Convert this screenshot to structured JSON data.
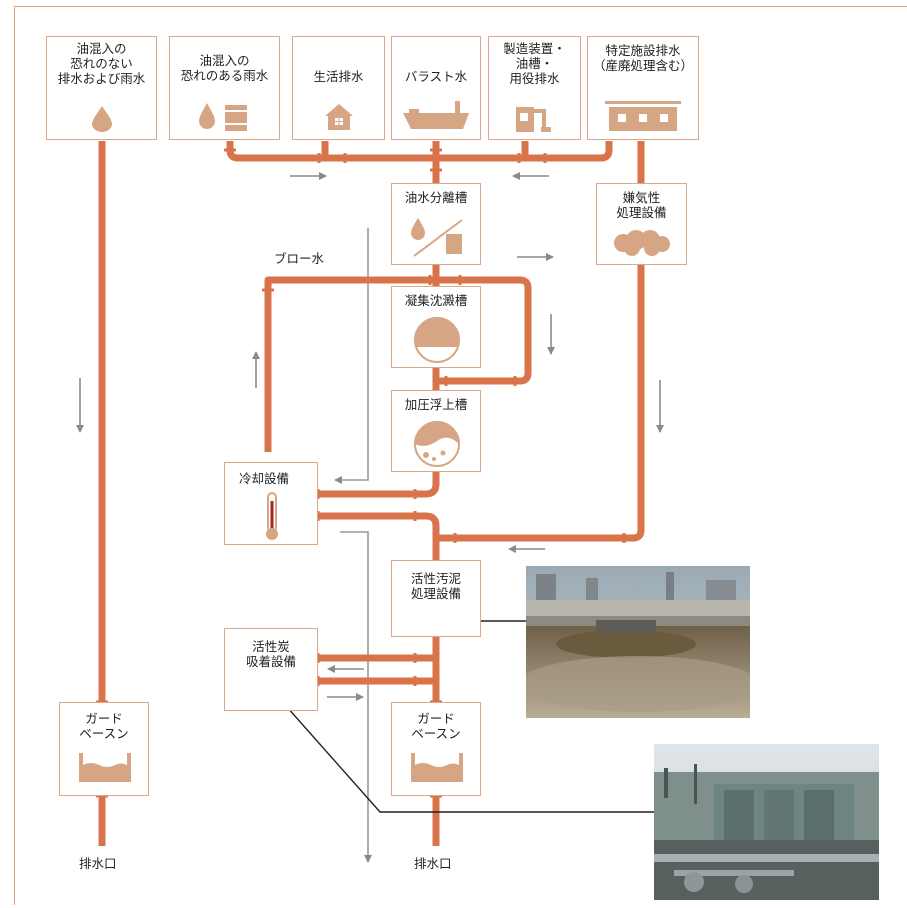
{
  "sources": {
    "rain_clean": "油混入の\n恐れのない\n排水および雨水",
    "rain_oily": "油混入の\n恐れのある雨水",
    "domestic": "生活排水",
    "ballast": "バラスト水",
    "process": "製造装置・\n油槽・\n用役排水",
    "special": "特定施設排水\n（産廃処理含む）"
  },
  "units": {
    "oil_separator": "油水分離槽",
    "coagulation": "凝集沈澱槽",
    "flotation": "加圧浮上槽",
    "anaerobic": "嫌気性\n処理設備",
    "cooling": "冷却設備",
    "activated_sludge": "活性汚泥\n処理設備",
    "activated_carbon": "活性炭\n吸着設備",
    "guard_basin_left": "ガード\nベースン",
    "guard_basin_right": "ガード\nベースン"
  },
  "labels": {
    "blow_water": "ブロー水",
    "outlet_left": "排水口",
    "outlet_right": "排水口"
  },
  "colors": {
    "pipe": "#d9744a",
    "pipe_light": "#f0a781",
    "icon": "#d6a684",
    "arrow": "#8a8a8a",
    "border": "#dca88a"
  }
}
